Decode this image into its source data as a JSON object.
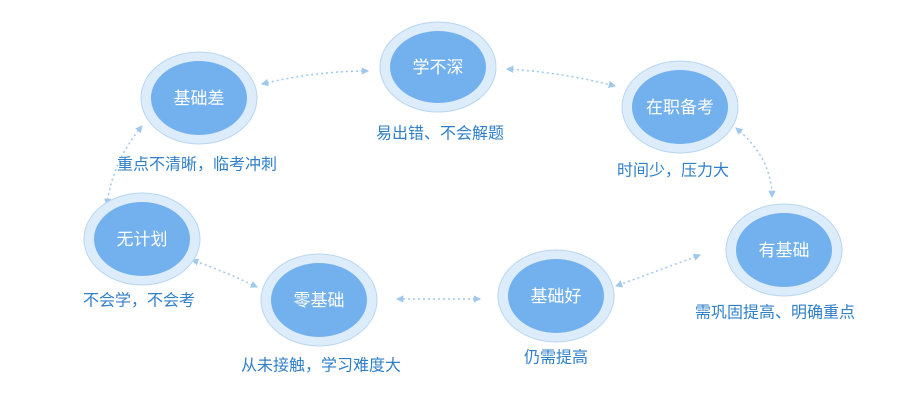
{
  "nodes": {
    "xuebushen": {
      "label": "学不深",
      "caption": "易出错、不会解题"
    },
    "zaizhibeikao": {
      "label": "在职备考",
      "caption": "时间少，压力大"
    },
    "youjichu": {
      "label": "有基础",
      "caption": "需巩固提高、明确重点"
    },
    "jichuhao": {
      "label": "基础好",
      "caption": "仍需提高"
    },
    "lingjichu": {
      "label": "零基础",
      "caption": "从未接触，学习难度大"
    },
    "wujihua": {
      "label": "无计划",
      "caption": "不会学，不会考"
    },
    "jichucha": {
      "label": "基础差",
      "caption": "重点不清晰，临考冲刺"
    }
  },
  "colors": {
    "node_fill": "#73b1ee",
    "node_ring": "#dcecfa",
    "caption_text": "#2f7fc9",
    "connector": "#9ec8ee"
  }
}
